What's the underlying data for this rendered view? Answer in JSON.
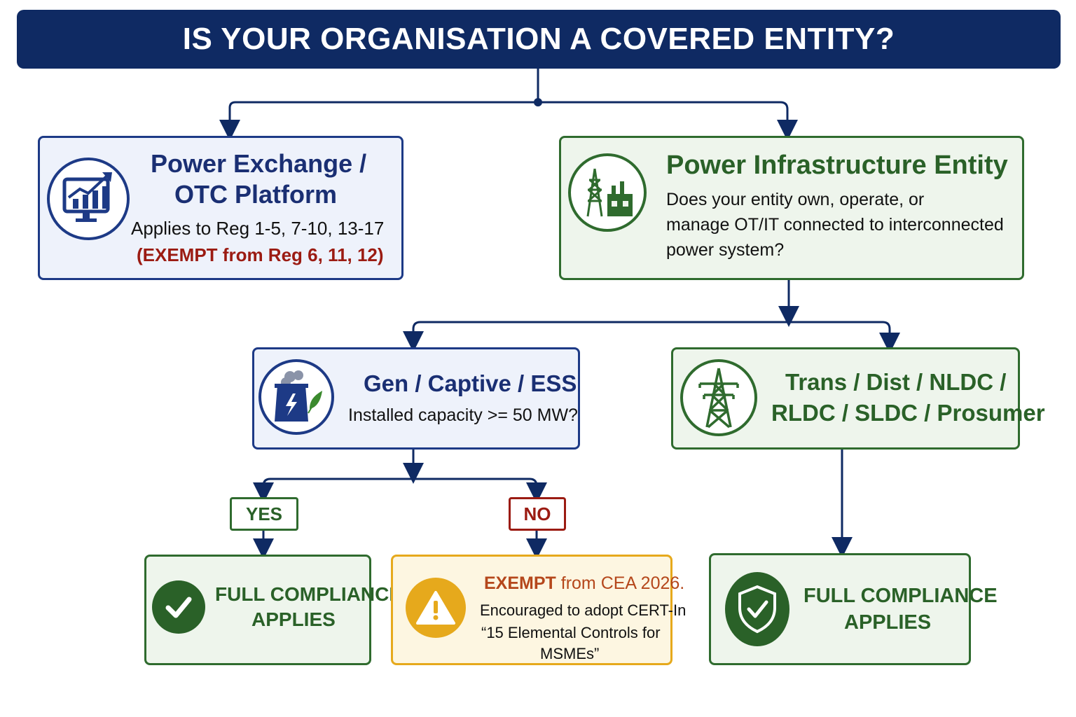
{
  "title": "IS YOUR ORGANISATION A COVERED ENTITY?",
  "power_exchange": {
    "heading_line1": "Power Exchange /",
    "heading_line2": "OTC Platform",
    "applies": "Applies to Reg 1-5, 7-10, 13-17",
    "exempt": "(EXEMPT from Reg 6, 11, 12)",
    "icon": "monitor-chart-icon"
  },
  "infrastructure": {
    "heading": "Power Infrastructure Entity",
    "question_line1": "Does your entity own, operate, or",
    "question_line2": "manage OT/IT connected to interconnected",
    "question_line3": "power system?",
    "icon": "tower-factory-icon"
  },
  "gen_captive": {
    "heading": "Gen / Captive / ESS",
    "question": "Installed capacity >= 50 MW?",
    "icon": "power-plant-icon"
  },
  "trans_dist": {
    "line1": "Trans / Dist /  NLDC /",
    "line2": "RLDC / SLDC / Prosumer",
    "icon": "transmission-tower-icon"
  },
  "decision": {
    "yes": "YES",
    "no": "NO"
  },
  "full_compliance_left": {
    "line1": "FULL COMPLIANCE",
    "line2": "APPLIES",
    "icon": "checkmark-icon"
  },
  "exempt_box": {
    "heading_bold": "EXEMPT",
    "heading_rest": " from CEA 2026.",
    "line1": "Encouraged to adopt CERT-In",
    "line2": "“15 Elemental Controls for",
    "line3": "MSMEs”",
    "icon": "warning-icon"
  },
  "full_compliance_right": {
    "line1": "FULL COMPLIANCE",
    "line2": "APPLIES",
    "icon": "shield-check-icon"
  },
  "colors": {
    "navy": "#0f2a63",
    "blue": "#1d3a86",
    "green": "#2f6b2e",
    "red": "#9b1b12",
    "amber": "#e6a91c"
  }
}
